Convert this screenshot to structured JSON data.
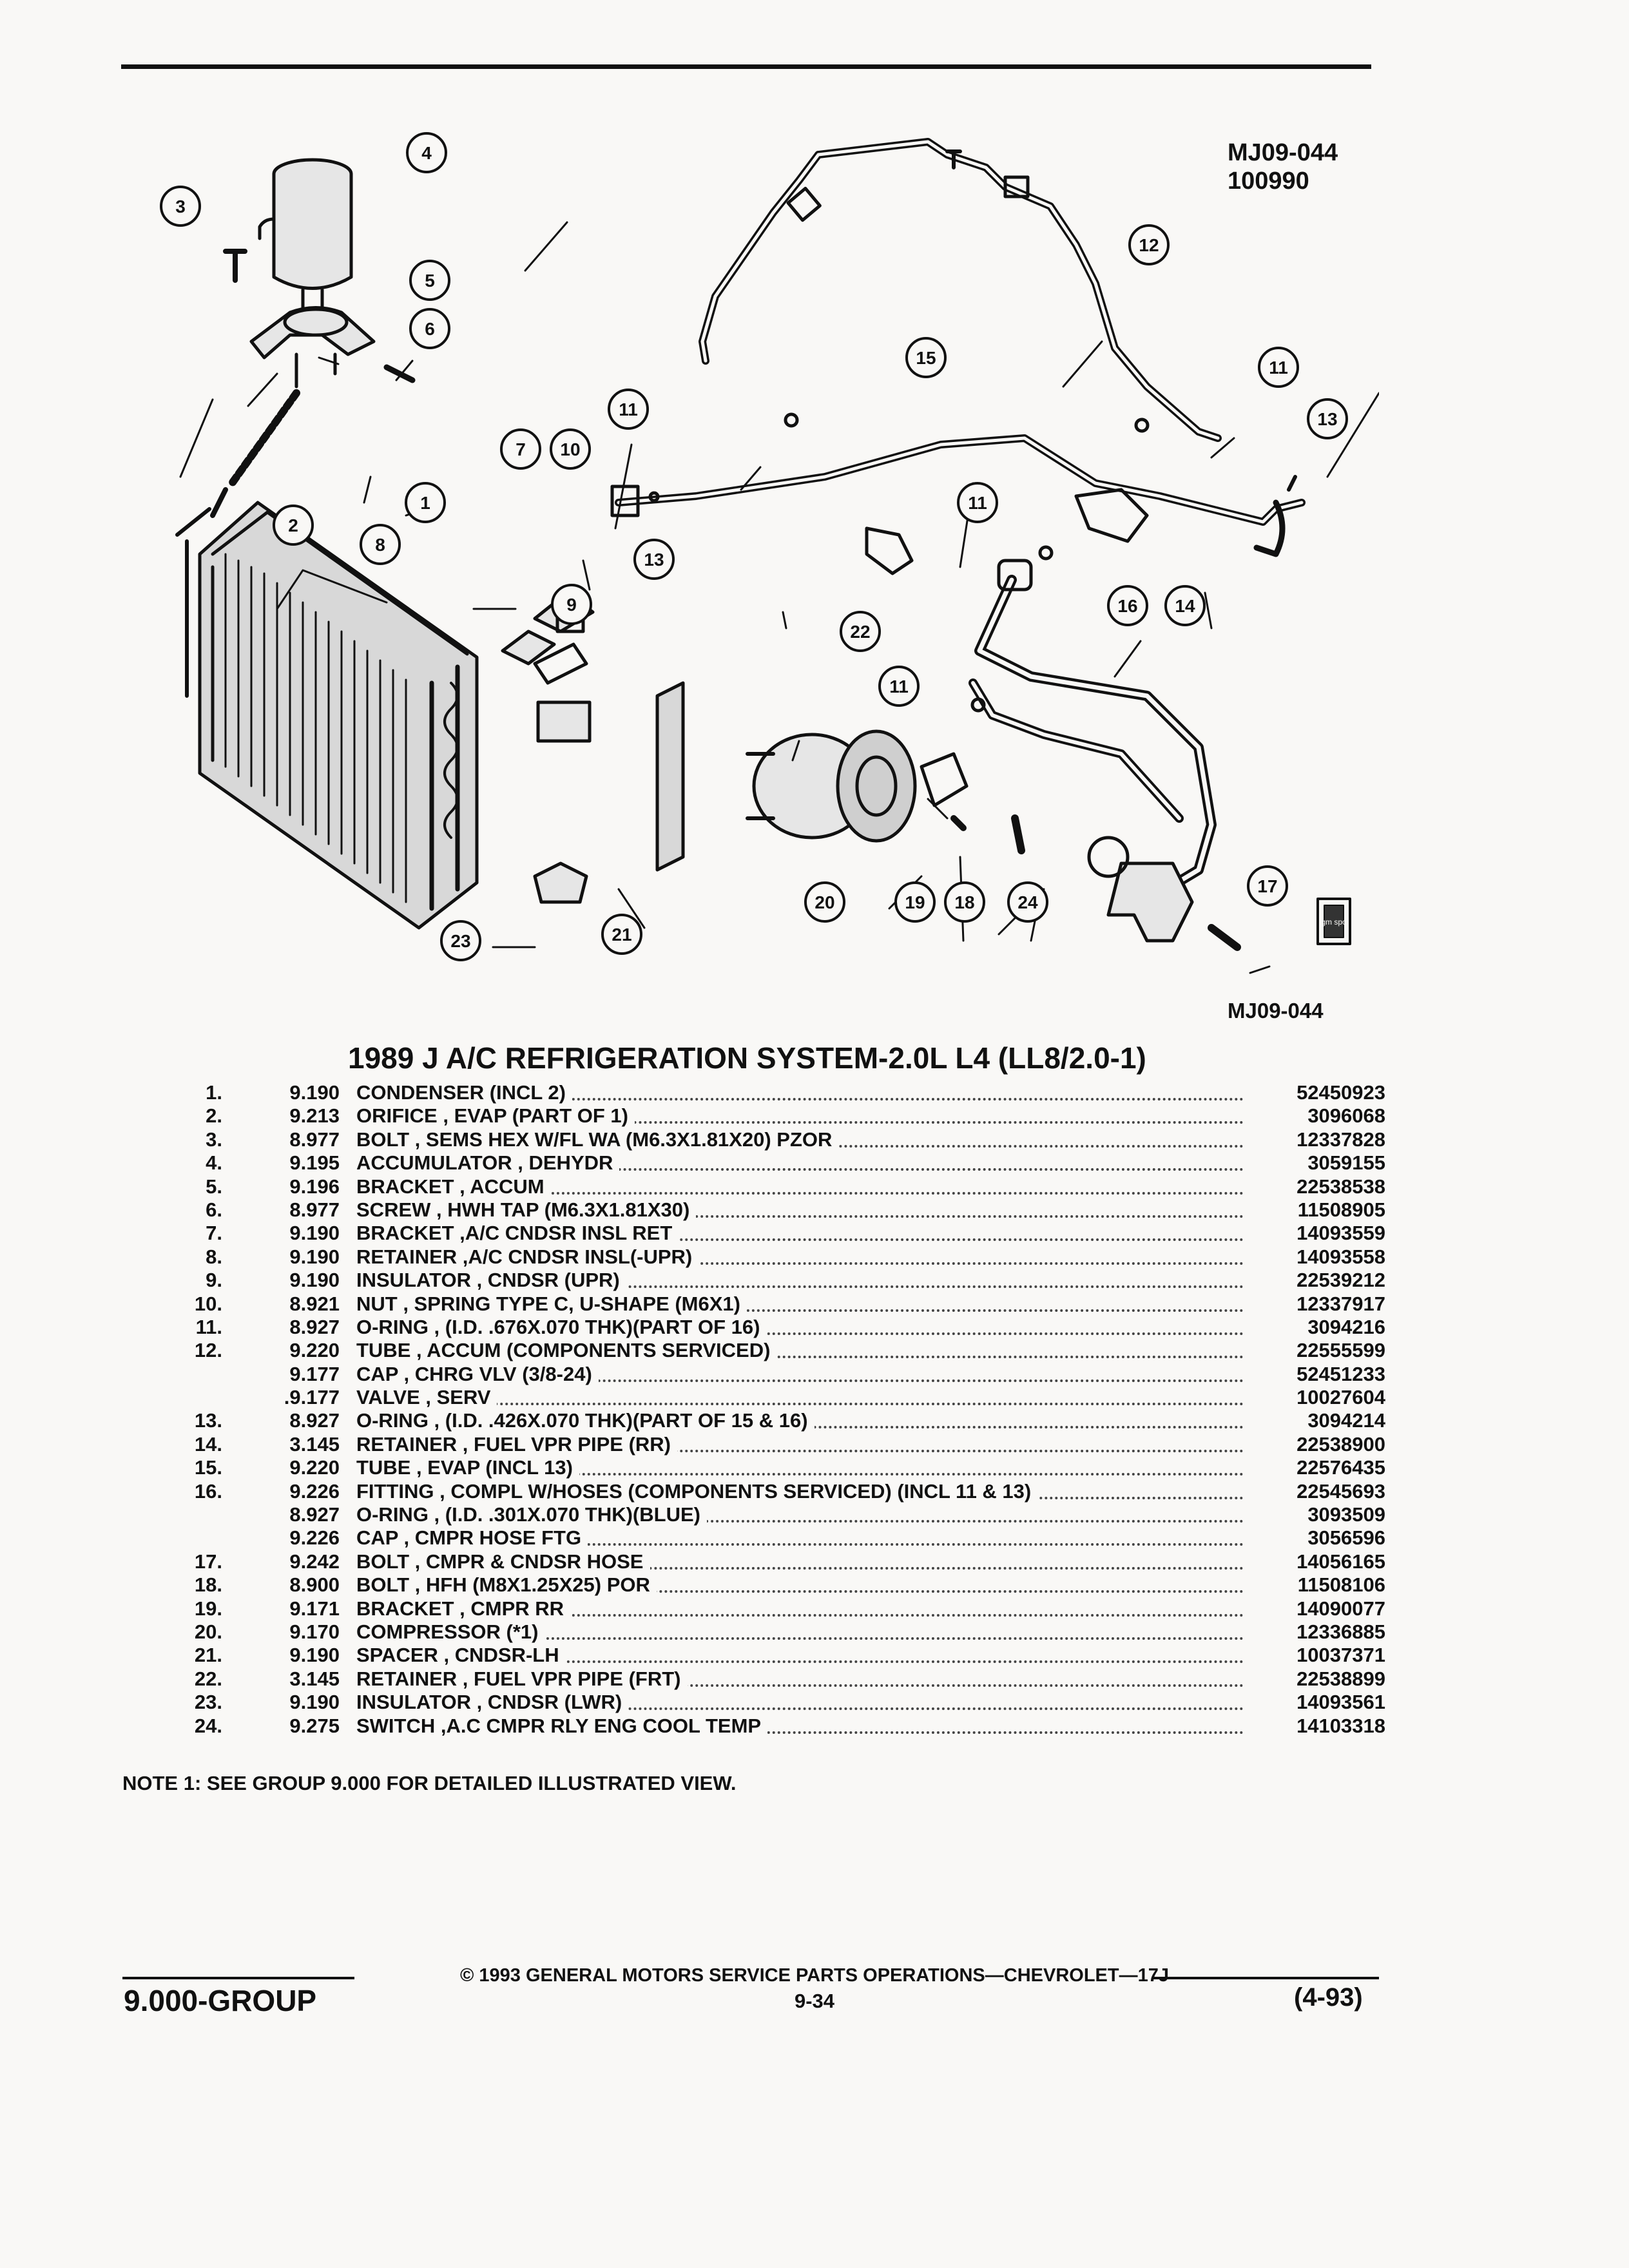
{
  "header": {
    "ref_code": "MJ09-044",
    "ref_date": "100990",
    "figure_id": "MJ09-044"
  },
  "title": "1989 J A/C REFRIGERATION SYSTEM-2.0L L4 (LL8/2.0-1)",
  "parts": [
    {
      "item": "1.",
      "group": "9.190",
      "desc": "CONDENSER (INCL 2)",
      "part": "52450923"
    },
    {
      "item": "2.",
      "group": "9.213",
      "desc": "ORIFICE , EVAP (PART OF 1)",
      "part": "3096068"
    },
    {
      "item": "3.",
      "group": "8.977",
      "desc": "BOLT , SEMS HEX W/FL WA (M6.3X1.81X20) PZOR",
      "part": "12337828"
    },
    {
      "item": "4.",
      "group": "9.195",
      "desc": "ACCUMULATOR , DEHYDR",
      "part": "3059155"
    },
    {
      "item": "5.",
      "group": "9.196",
      "desc": "BRACKET , ACCUM",
      "part": "22538538"
    },
    {
      "item": "6.",
      "group": "8.977",
      "desc": "SCREW , HWH TAP (M6.3X1.81X30)",
      "part": "11508905"
    },
    {
      "item": "7.",
      "group": "9.190",
      "desc": "BRACKET ,A/C CNDSR INSL RET",
      "part": "14093559"
    },
    {
      "item": "8.",
      "group": "9.190",
      "desc": "RETAINER ,A/C CNDSR INSL(-UPR)",
      "part": "14093558"
    },
    {
      "item": "9.",
      "group": "9.190",
      "desc": "INSULATOR , CNDSR (UPR)",
      "part": "22539212"
    },
    {
      "item": "10.",
      "group": "8.921",
      "desc": "NUT , SPRING TYPE C, U-SHAPE (M6X1)",
      "part": "12337917"
    },
    {
      "item": "11.",
      "group": "8.927",
      "desc": "O-RING , (I.D. .676X.070 THK)(PART OF 16)",
      "part": "3094216"
    },
    {
      "item": "12.",
      "group": "9.220",
      "desc": "TUBE , ACCUM (COMPONENTS SERVICED)",
      "part": "22555599"
    },
    {
      "item": "",
      "group": "9.177",
      "desc": "CAP , CHRG VLV (3/8-24)",
      "part": "52451233"
    },
    {
      "item": "",
      "group": ".9.177",
      "desc": "VALVE , SERV",
      "part": "10027604"
    },
    {
      "item": "13.",
      "group": "8.927",
      "desc": "O-RING , (I.D. .426X.070 THK)(PART OF 15 & 16)",
      "part": "3094214"
    },
    {
      "item": "14.",
      "group": "3.145",
      "desc": "RETAINER , FUEL VPR PIPE (RR)",
      "part": "22538900"
    },
    {
      "item": "15.",
      "group": "9.220",
      "desc": "TUBE , EVAP (INCL 13)",
      "part": "22576435"
    },
    {
      "item": "16.",
      "group": "9.226",
      "desc": "FITTING , COMPL W/HOSES (COMPONENTS SERVICED) (INCL 11 & 13)",
      "part": "22545693"
    },
    {
      "item": "",
      "group": "8.927",
      "desc": "O-RING , (I.D. .301X.070 THK)(BLUE)",
      "part": "3093509"
    },
    {
      "item": "",
      "group": "9.226",
      "desc": "CAP , CMPR HOSE FTG",
      "part": "3056596"
    },
    {
      "item": "17.",
      "group": "9.242",
      "desc": "BOLT , CMPR & CNDSR HOSE",
      "part": "14056165"
    },
    {
      "item": "18.",
      "group": "8.900",
      "desc": "BOLT , HFH (M8X1.25X25) POR",
      "part": "11508106"
    },
    {
      "item": "19.",
      "group": "9.171",
      "desc": "BRACKET , CMPR RR",
      "part": "14090077"
    },
    {
      "item": "20.",
      "group": "9.170",
      "desc": "COMPRESSOR (*1)",
      "part": "12336885"
    },
    {
      "item": "21.",
      "group": "9.190",
      "desc": "SPACER , CNDSR-LH",
      "part": "10037371"
    },
    {
      "item": "22.",
      "group": "3.145",
      "desc": "RETAINER , FUEL VPR PIPE (FRT)",
      "part": "22538899"
    },
    {
      "item": "23.",
      "group": "9.190",
      "desc": "INSULATOR , CNDSR (LWR)",
      "part": "14093561"
    },
    {
      "item": "24.",
      "group": "9.275",
      "desc": "SWITCH ,A.C CMPR RLY ENG COOL TEMP",
      "part": "14103318"
    }
  ],
  "note": "NOTE 1: SEE GROUP 9.000 FOR DETAILED ILLUSTRATED VIEW.",
  "footer": {
    "copyright": "© 1993 GENERAL MOTORS SERVICE PARTS OPERATIONS—CHEVROLET—17J",
    "group_label": "9.000-GROUP",
    "page_number": "9-34",
    "revision": "(4-93)"
  },
  "diagram": {
    "callouts": [
      "1",
      "2",
      "3",
      "4",
      "5",
      "6",
      "7",
      "8",
      "9",
      "10",
      "11",
      "11",
      "11",
      "11",
      "12",
      "13",
      "13",
      "14",
      "15",
      "16",
      "17",
      "18",
      "19",
      "20",
      "21",
      "22",
      "23",
      "24"
    ],
    "logo_text": "gm spo"
  }
}
